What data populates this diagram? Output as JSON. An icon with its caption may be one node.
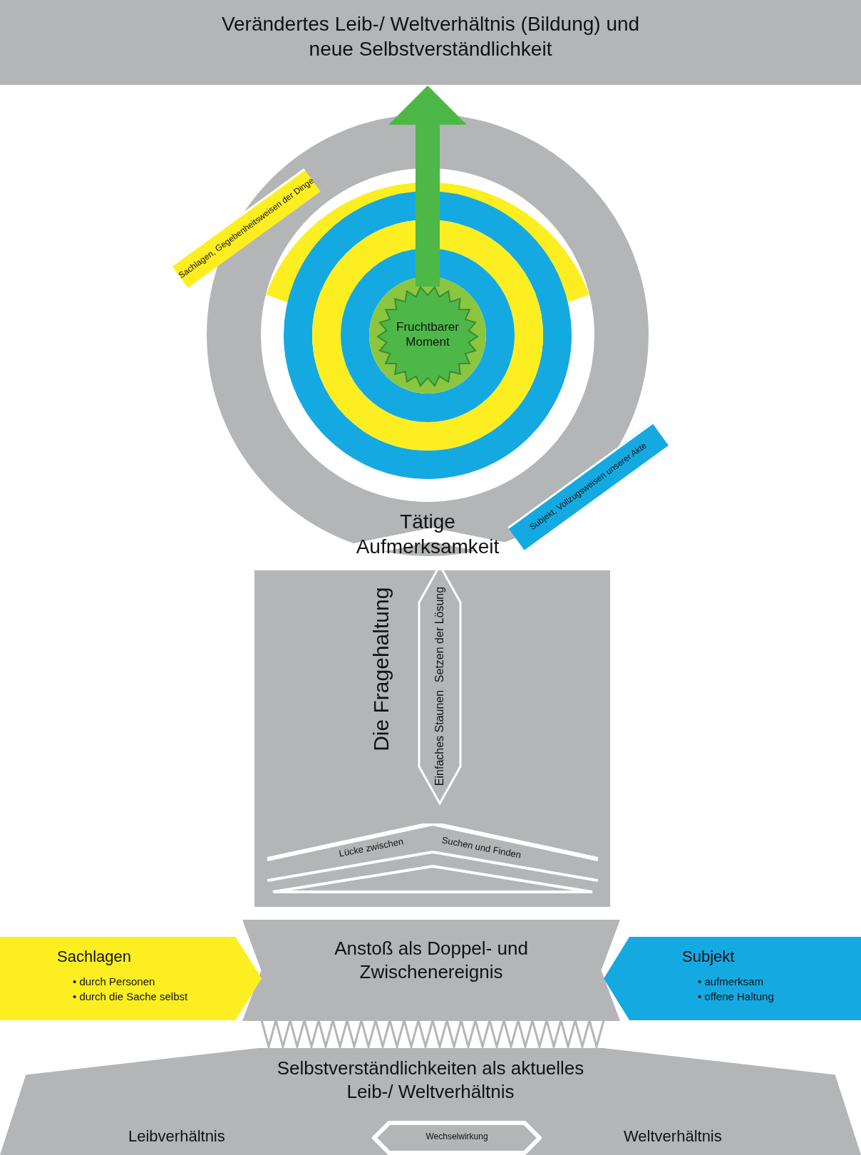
{
  "diagram": {
    "nodes": [
      {
        "text": [
          "Verändertes Leib-/ Weltverhältnis (Bildung) und neue Selbstverständlichkeit"
        ]
      },
      {
        "text": [
          "Fruchtbarer Moment"
        ]
      },
      {
        "text": [
          "Sachlagen, Gegebenheitsweisen der Dinge"
        ]
      },
      {
        "text": [
          "Subjekt, Vollzugsweisen unserer Akte"
        ]
      },
      {
        "text": [
          "Tätige Aufmerksamkeit"
        ]
      },
      {
        "text": [
          "Die Fragehaltung"
        ]
      },
      {
        "text": [
          "Setzen der Lösung",
          "Einfaches Staunen"
        ],
        "in": 5
      },
      {
        "text": [
          "Lücke zwischen",
          "Suchen und Finden"
        ],
        "in": 5
      },
      {
        "text": [
          "Anstoß als Doppel- und Zwischenereignis"
        ]
      },
      {
        "text": [
          "Sachlagen",
          "• durch Personen",
          "• durch die Sache selbst"
        ]
      },
      {
        "text": [
          "Subjekt",
          "• aufmerksam",
          "• offene Haltung"
        ]
      },
      {
        "text": [
          "Selbstverständlichkeiten als aktuelles Leib-/ Weltverhältnis",
          "Leibverhältnis",
          "Weltverhältnis"
        ]
      },
      {
        "text": [
          "Wechselwirkung"
        ],
        "in": 11
      }
    ],
    "edges": [
      {
        "from": 1,
        "to": 0,
        "arrow": "to",
        "color": "#4db848"
      }
    ]
  }
}
